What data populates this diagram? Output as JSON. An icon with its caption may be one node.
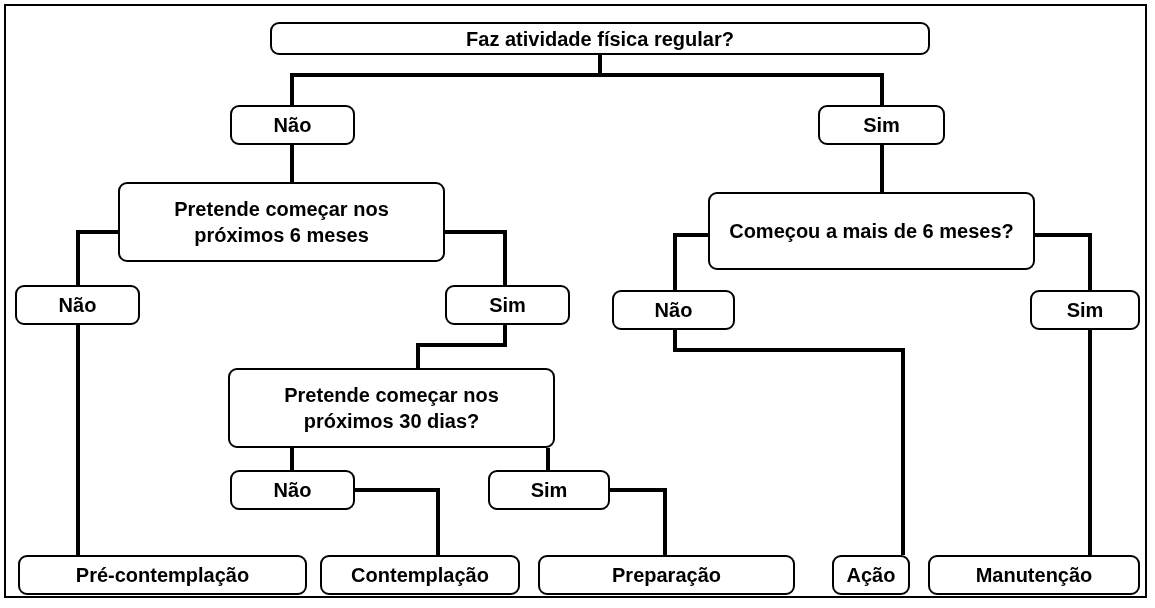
{
  "diagram": {
    "nodes": [
      {
        "text": [
          "Faz atividade física regular?"
        ]
      },
      {
        "text": [
          "Não"
        ]
      },
      {
        "text": [
          "Sim"
        ]
      },
      {
        "text": [
          "Pretende começar nos próximos 6 meses"
        ]
      },
      {
        "text": [
          "Começou a mais de 6 meses?"
        ]
      },
      {
        "text": [
          "Não"
        ]
      },
      {
        "text": [
          "Sim"
        ]
      },
      {
        "text": [
          "Não"
        ]
      },
      {
        "text": [
          "Sim"
        ]
      },
      {
        "text": [
          "Pretende começar nos próximos 30 dias?"
        ]
      },
      {
        "text": [
          "Não"
        ]
      },
      {
        "text": [
          "Sim"
        ]
      },
      {
        "text": [
          "Pré-contemplação"
        ]
      },
      {
        "text": [
          "Contemplação"
        ]
      },
      {
        "text": [
          "Preparação"
        ]
      },
      {
        "text": [
          "Ação"
        ]
      },
      {
        "text": [
          "Manutenção"
        ]
      }
    ],
    "edges": [
      {
        "from": 0,
        "to": 1,
        "arrow": "none"
      },
      {
        "from": 0,
        "to": 2,
        "arrow": "none"
      },
      {
        "from": 1,
        "to": 3,
        "arrow": "none"
      },
      {
        "from": 3,
        "to": 5,
        "arrow": "none"
      },
      {
        "from": 3,
        "to": 6,
        "arrow": "none"
      },
      {
        "from": 2,
        "to": 4,
        "arrow": "none"
      },
      {
        "from": 4,
        "to": 7,
        "arrow": "none"
      },
      {
        "from": 4,
        "to": 8,
        "arrow": "none"
      },
      {
        "from": 5,
        "to": 12,
        "arrow": "none"
      },
      {
        "from": 6,
        "to": 9,
        "arrow": "none"
      },
      {
        "from": 9,
        "to": 10,
        "arrow": "none"
      },
      {
        "from": 9,
        "to": 11,
        "arrow": "none"
      },
      {
        "from": 10,
        "to": 13,
        "arrow": "none"
      },
      {
        "from": 11,
        "to": 14,
        "arrow": "none"
      },
      {
        "from": 7,
        "to": 15,
        "arrow": "none"
      },
      {
        "from": 8,
        "to": 16,
        "arrow": "none"
      }
    ]
  }
}
